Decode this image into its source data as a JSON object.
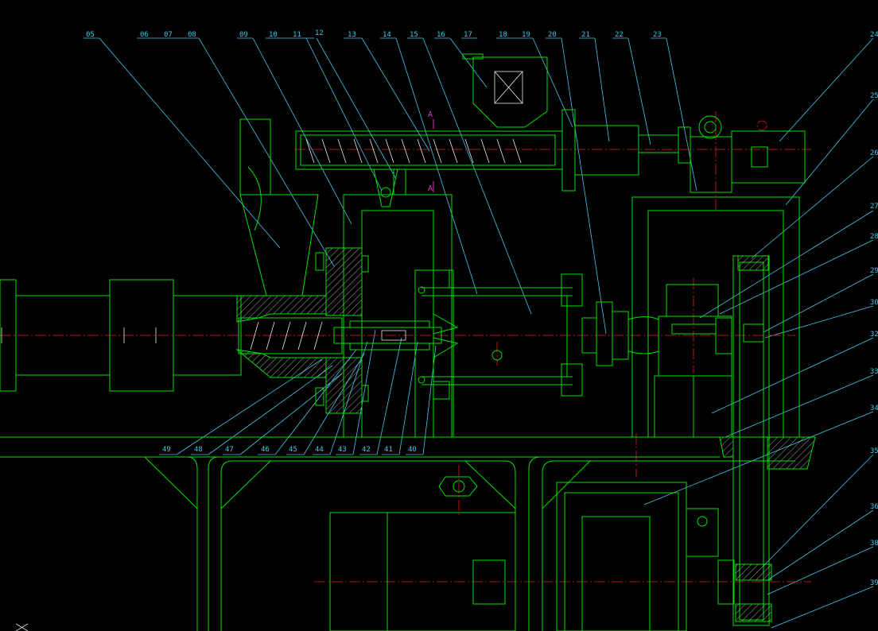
{
  "top_callouts": [
    "05",
    "06",
    "07",
    "08",
    "09",
    "10",
    "11",
    "12",
    "13",
    "14",
    "15",
    "16",
    "17",
    "18",
    "19",
    "20",
    "21",
    "22",
    "23",
    "24"
  ],
  "right_callouts": [
    "25",
    "26",
    "27",
    "28",
    "29",
    "30",
    "32",
    "33",
    "34",
    "35",
    "36",
    "38",
    "39"
  ],
  "bottom_callouts": [
    "49",
    "48",
    "47",
    "46",
    "45",
    "44",
    "43",
    "42",
    "41",
    "40"
  ],
  "section_marks": [
    "A",
    "A"
  ],
  "colors": {
    "outline": "#00e000",
    "leader": "#40c8e8",
    "centerline": "#e02020",
    "section": "#d040c0",
    "background": "#000000"
  }
}
